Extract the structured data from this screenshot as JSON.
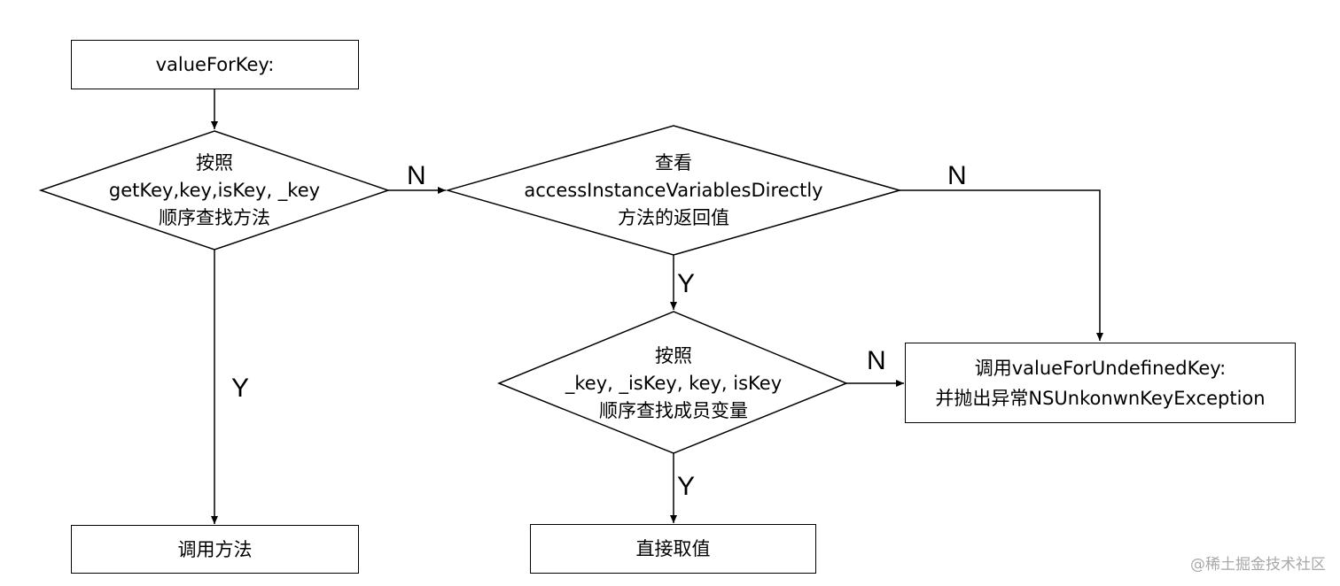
{
  "nodes": {
    "start": {
      "text": "valueForKey:"
    },
    "decision_method": {
      "lines": [
        "按照",
        "getKey,key,isKey, _key",
        "顺序查找方法"
      ]
    },
    "decision_access": {
      "lines": [
        "查看",
        "accessInstanceVariablesDirectly",
        "方法的返回值"
      ]
    },
    "decision_ivar": {
      "lines": [
        "按照",
        "_key, _isKey, key, isKey",
        "顺序查找成员变量"
      ]
    },
    "call_method": {
      "text": "调用方法"
    },
    "get_value": {
      "text": "直接取值"
    },
    "undefined_key": {
      "lines": [
        "调用valueForUndefinedKey:",
        "并抛出异常NSUnkonwnKeyException"
      ]
    }
  },
  "edge_labels": {
    "method_no": "N",
    "method_yes": "Y",
    "access_no": "N",
    "access_yes": "Y",
    "ivar_no": "N",
    "ivar_yes": "Y"
  },
  "watermark": "@稀土掘金技术社区"
}
